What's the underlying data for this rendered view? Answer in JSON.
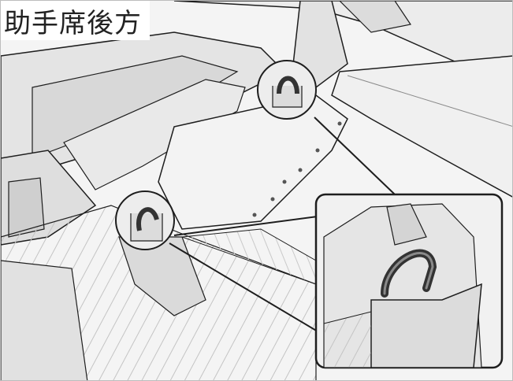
{
  "caption": "助手席後方",
  "colors": {
    "background": "#f4f4f4",
    "outline": "#1e1e1e",
    "shade_light": "#e6e6e6",
    "shade_mid": "#d6d6d6",
    "shade_dark": "#bdbdbd",
    "hook": "#333333"
  },
  "icons": [
    "seat-rail",
    "anchor-hook",
    "anchor-hook-detail"
  ]
}
